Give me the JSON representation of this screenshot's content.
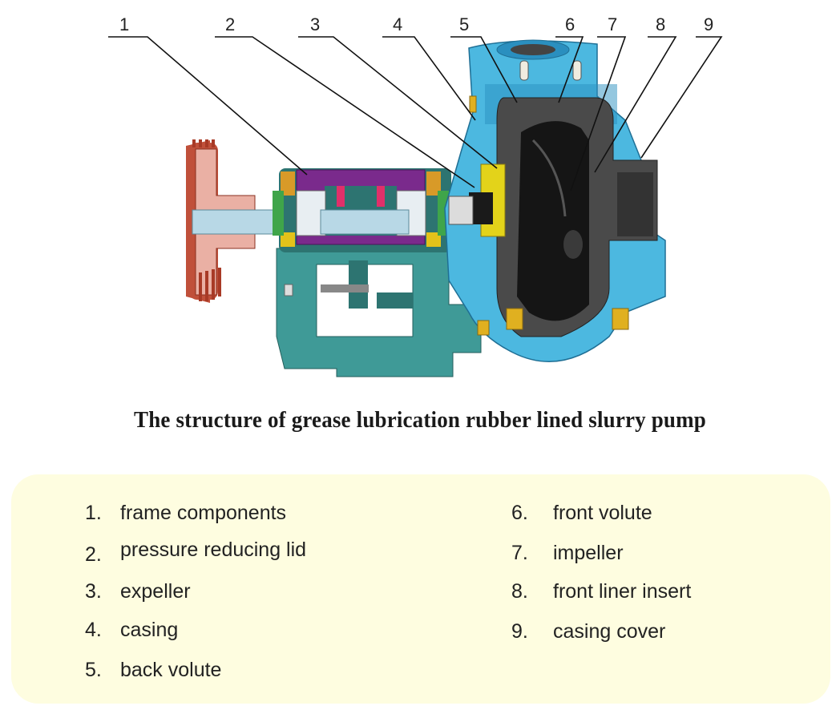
{
  "diagram": {
    "callouts": [
      "1",
      "2",
      "3",
      "4",
      "5",
      "6",
      "7",
      "8",
      "9"
    ],
    "colors": {
      "pulley": "#c0503a",
      "pulley_light": "#eab0a4",
      "frame": "#3f9a97",
      "frame_dark": "#2d7471",
      "bearing_housing": "#7a2a8c",
      "casing": "#4cb8e0",
      "casing_dark": "#2a8fbf",
      "liner": "#4a4a4a",
      "impeller": "#151515",
      "seal_yellow": "#e3d31a",
      "bolt_gold": "#e0b020",
      "shaft": "#b8d8e6"
    }
  },
  "title": "The structure of grease lubrication rubber lined slurry pump",
  "legend": {
    "left": [
      {
        "num": "1.",
        "label": "frame components"
      },
      {
        "num": "2.",
        "label": "pressure reducing lid"
      },
      {
        "num": "3.",
        "label": "expeller"
      },
      {
        "num": "4.",
        "label": "casing"
      },
      {
        "num": "5.",
        "label": "back volute"
      }
    ],
    "right": [
      {
        "num": "6.",
        "label": "front volute"
      },
      {
        "num": "7.",
        "label": "impeller"
      },
      {
        "num": "8.",
        "label": "front liner insert"
      },
      {
        "num": "9.",
        "label": "casing cover"
      }
    ]
  }
}
